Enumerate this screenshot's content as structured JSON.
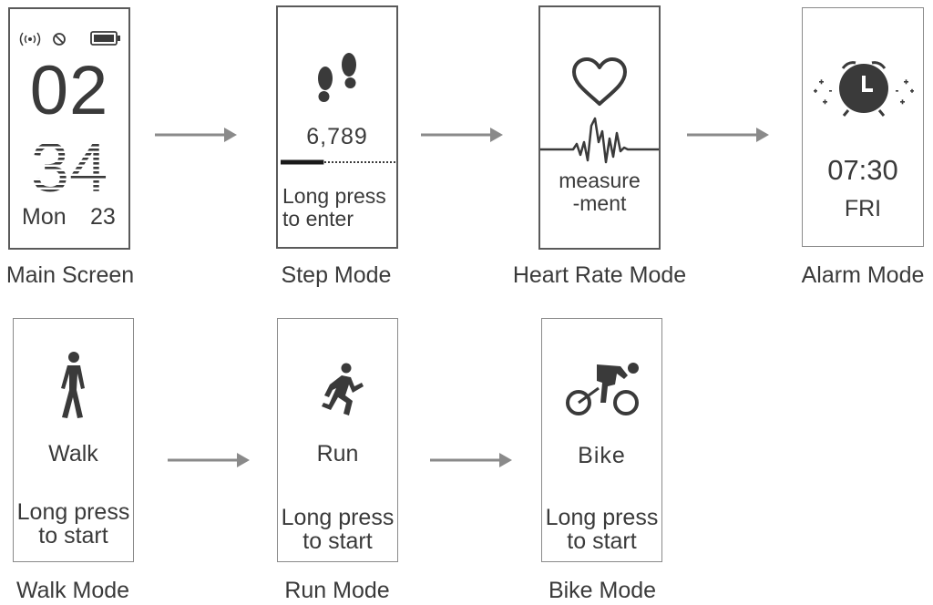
{
  "main_screen": {
    "hours": "02",
    "minutes": "34",
    "day": "Mon",
    "date": "23",
    "caption": "Main Screen"
  },
  "step_mode": {
    "count": "6,789",
    "line1": "Long press",
    "line2": "to enter",
    "caption": "Step Mode",
    "progress": 0.37
  },
  "heart_mode": {
    "line1": "measure",
    "line2": "-ment",
    "caption": "Heart Rate Mode"
  },
  "alarm_mode": {
    "time": "07:30",
    "day": "FRI",
    "caption": "Alarm Mode"
  },
  "walk_mode": {
    "label": "Walk",
    "line1": "Long press",
    "line2": "to start",
    "caption": "Walk Mode"
  },
  "run_mode": {
    "label": "Run",
    "line1": "Long press",
    "line2": "to start",
    "caption": "Run Mode"
  },
  "bike_mode": {
    "label": "Bike",
    "line1": "Long press",
    "line2": "to start",
    "caption": "Bike Mode"
  },
  "colors": {
    "stroke": "#3a3a3a",
    "arrow": "#8a8a8a"
  }
}
